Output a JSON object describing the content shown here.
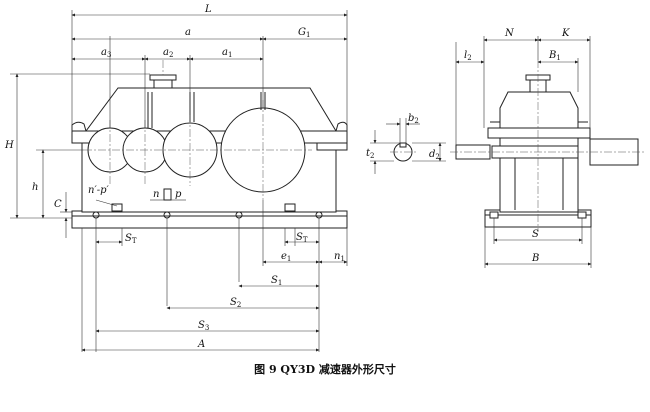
{
  "figure": {
    "caption": "图 9  QY3D 减速器外形尺寸"
  },
  "front_view_labels": {
    "L": "L",
    "a": "a",
    "G": "G",
    "G_sub": "1",
    "a3": "a",
    "a3_sub": "3",
    "a2": "a",
    "a2_sub": "2",
    "a1": "a",
    "a1_sub": "1",
    "H": "H",
    "h": "h",
    "C": "C",
    "np_prime": "n′-p′",
    "n": "n",
    "p": "p",
    "ST_left": "S",
    "ST_left_sub": "T",
    "ST_right": "S",
    "ST_right_sub": "T",
    "e": "e",
    "e_sub": "1",
    "n1": "n",
    "n1_sub": "1",
    "S1": "S",
    "S1_sub": "1",
    "S2": "S",
    "S2_sub": "2",
    "S3": "S",
    "S3_sub": "3",
    "A": "A"
  },
  "side_view_labels": {
    "N": "N",
    "K": "K",
    "l2": "l",
    "l2_sub": "2",
    "B1": "B",
    "B1_sub": "1",
    "b2": "b",
    "b2_sub": "2",
    "t2": "t",
    "t2_sub": "2",
    "d2": "d",
    "d2_sub": "2",
    "S": "S",
    "B": "B"
  }
}
